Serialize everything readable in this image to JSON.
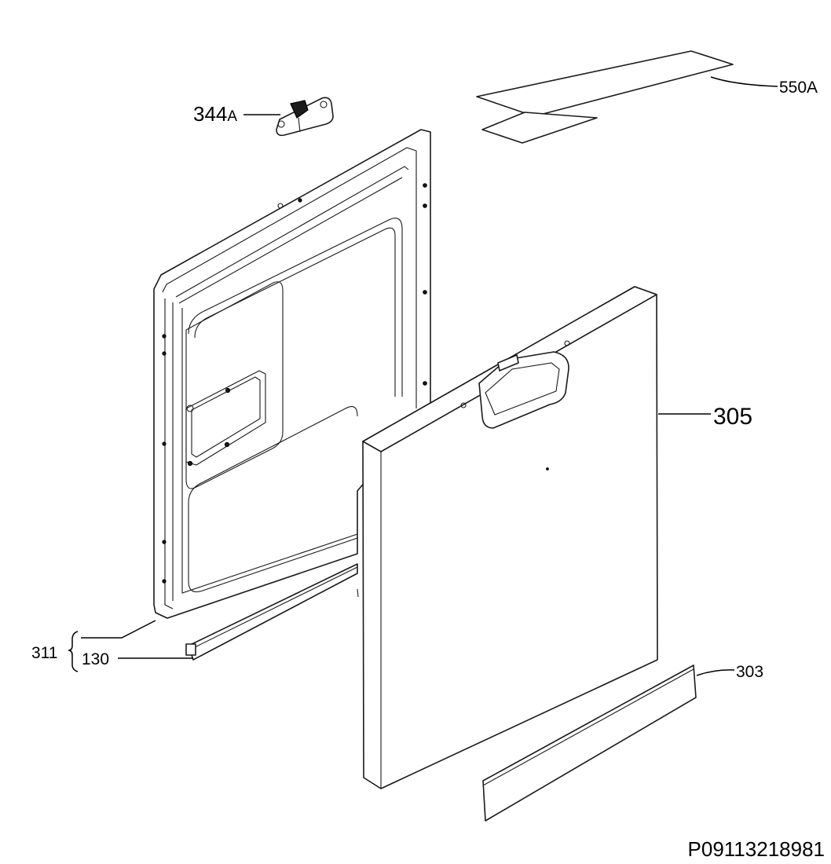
{
  "drawing_id": "P09113218981",
  "callouts": {
    "latch": {
      "base": "344",
      "suffix": "A"
    },
    "strip": "550A",
    "outer_panel": "305",
    "kick_strip": "303",
    "group": "311",
    "seal": "130"
  },
  "colors": {
    "line": "#1a1a1a",
    "background": "#ffffff"
  }
}
